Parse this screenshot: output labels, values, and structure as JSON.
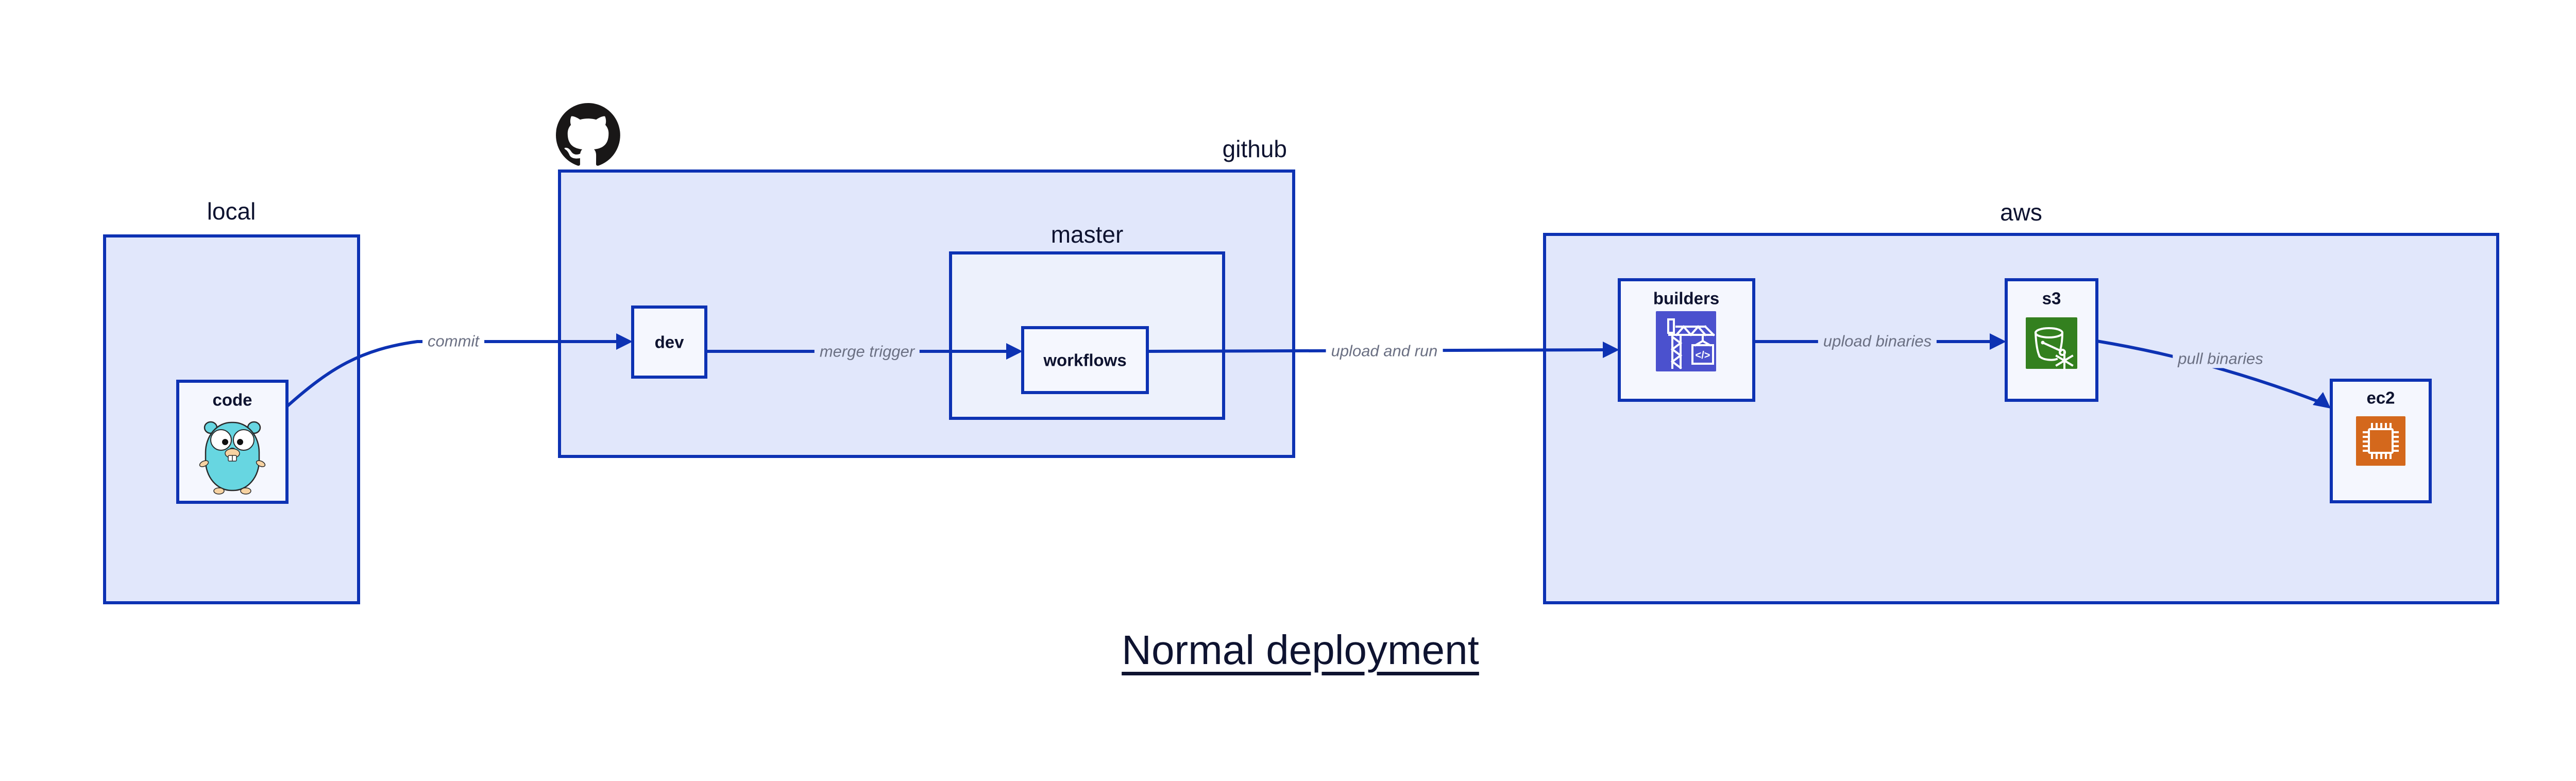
{
  "title": "Normal deployment",
  "containers": {
    "local": {
      "label": "local"
    },
    "github": {
      "label": "github"
    },
    "master": {
      "label": "master"
    },
    "aws": {
      "label": "aws"
    }
  },
  "nodes": {
    "code": {
      "label": "code",
      "icon": "go-gopher"
    },
    "dev": {
      "label": "dev"
    },
    "workflows": {
      "label": "workflows"
    },
    "builders": {
      "label": "builders",
      "icon": "crane-build",
      "icon_bg": "#4B51CE"
    },
    "s3": {
      "label": "s3",
      "icon": "bucket-snowflake",
      "icon_bg": "#33801F"
    },
    "ec2": {
      "label": "ec2",
      "icon": "cpu-chip",
      "icon_bg": "#D4681C"
    }
  },
  "edges": [
    {
      "label": "commit",
      "from": "code",
      "to": "dev"
    },
    {
      "label": "merge trigger",
      "from": "dev",
      "to": "workflows"
    },
    {
      "label": "upload and run",
      "from": "workflows",
      "to": "builders"
    },
    {
      "label": "upload binaries",
      "from": "builders",
      "to": "s3"
    },
    {
      "label": "pull binaries",
      "from": "s3",
      "to": "ec2"
    }
  ],
  "icons": {
    "github_logo": "github-octocat-logo",
    "builders_glyph": "</>"
  },
  "colors": {
    "background": "#FFFFFF",
    "container_fill": "#E1E7FB",
    "inner_container_fill": "#EDF1FC",
    "node_fill": "#F5F7FE",
    "border_and_edges": "#0D32B3",
    "dark_text": "#0E1330",
    "edge_label_text": "#6B7083",
    "gopher_teal": "#67D6E1",
    "builders_icon_bg": "#4B51CE",
    "s3_icon_bg": "#33801F",
    "ec2_icon_bg": "#D4681C"
  }
}
